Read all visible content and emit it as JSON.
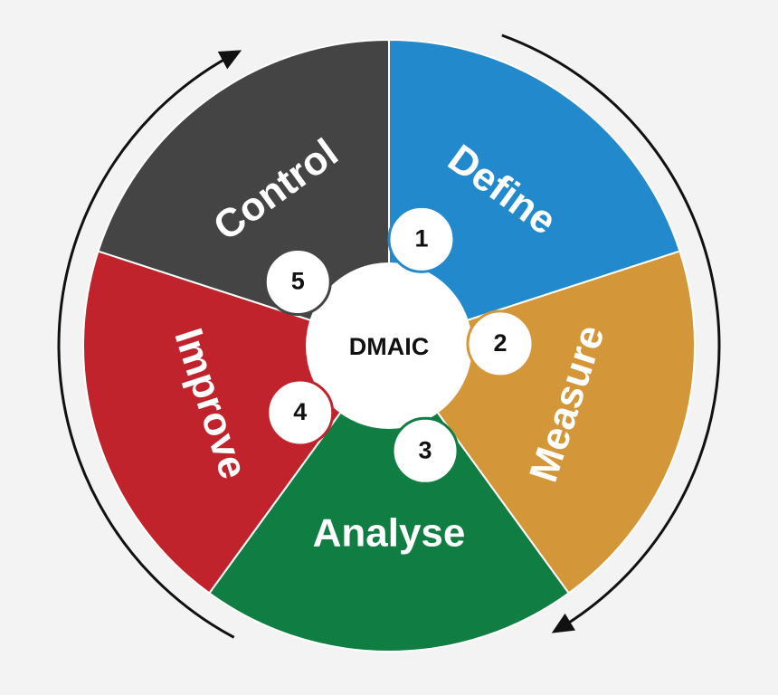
{
  "center_label": "DMAIC",
  "colors": {
    "background": "#f3f3f3",
    "center": "#ffffff",
    "arrow": "#111111"
  },
  "phases": [
    {
      "number": "1",
      "label": "Define",
      "color": "#2189cc"
    },
    {
      "number": "2",
      "label": "Measure",
      "color": "#d39739"
    },
    {
      "number": "3",
      "label": "Analyse",
      "color": "#107d42"
    },
    {
      "number": "4",
      "label": "Improve",
      "color": "#c0232b"
    },
    {
      "number": "5",
      "label": "Control",
      "color": "#444444"
    }
  ],
  "cycle_direction": "clockwise"
}
